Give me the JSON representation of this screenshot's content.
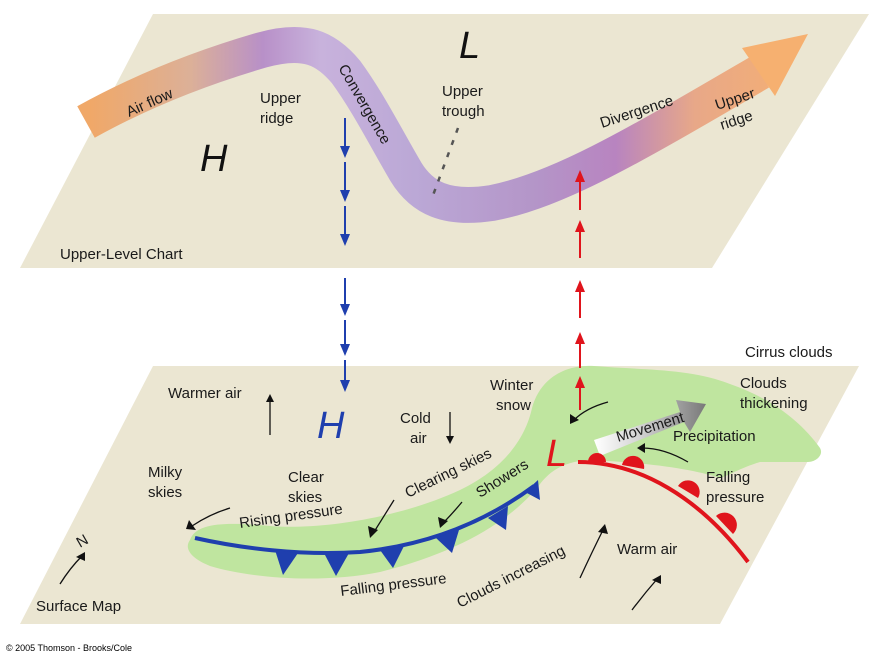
{
  "upper_chart": {
    "title": "Upper-Level Chart",
    "air_flow": "Air flow",
    "convergence": "Convergence",
    "divergence": "Divergence",
    "upper_ridge_left": [
      "Upper",
      "ridge"
    ],
    "upper_ridge_right": [
      "Upper",
      "ridge"
    ],
    "upper_trough": [
      "Upper",
      "trough"
    ],
    "high": "H",
    "low": "L"
  },
  "surface_map": {
    "title": "Surface Map",
    "cirrus": "Cirrus clouds",
    "warmer_air": "Warmer air",
    "winter_snow": [
      "Winter",
      "snow"
    ],
    "clouds_thickening": [
      "Clouds",
      "thickening"
    ],
    "cold_air": [
      "Cold",
      "air"
    ],
    "milky_skies": [
      "Milky",
      "skies"
    ],
    "clear_skies": [
      "Clear",
      "skies"
    ],
    "clearing_skies": "Clearing skies",
    "showers": "Showers",
    "rising_pressure": "Rising pressure",
    "falling_pressure_bottom": "Falling pressure",
    "falling_pressure_right": [
      "Falling",
      "pressure"
    ],
    "movement": "Movement",
    "precipitation": "Precipitation",
    "warm_air": "Warm air",
    "clouds_increasing": "Clouds increasing",
    "north": "N",
    "high": "H",
    "low": "L"
  },
  "copyright": "© 2005 Thomson - Brooks/Cole",
  "colors": {
    "plane": "#ebe6d2",
    "green_band": "#bfe59f",
    "cold_front": "#1f3fae",
    "warm_front": "#e0141c",
    "sinking_arrow": "#1f3fae",
    "rising_arrow": "#e0141c",
    "movement_arrow": "#8a8a8a"
  }
}
